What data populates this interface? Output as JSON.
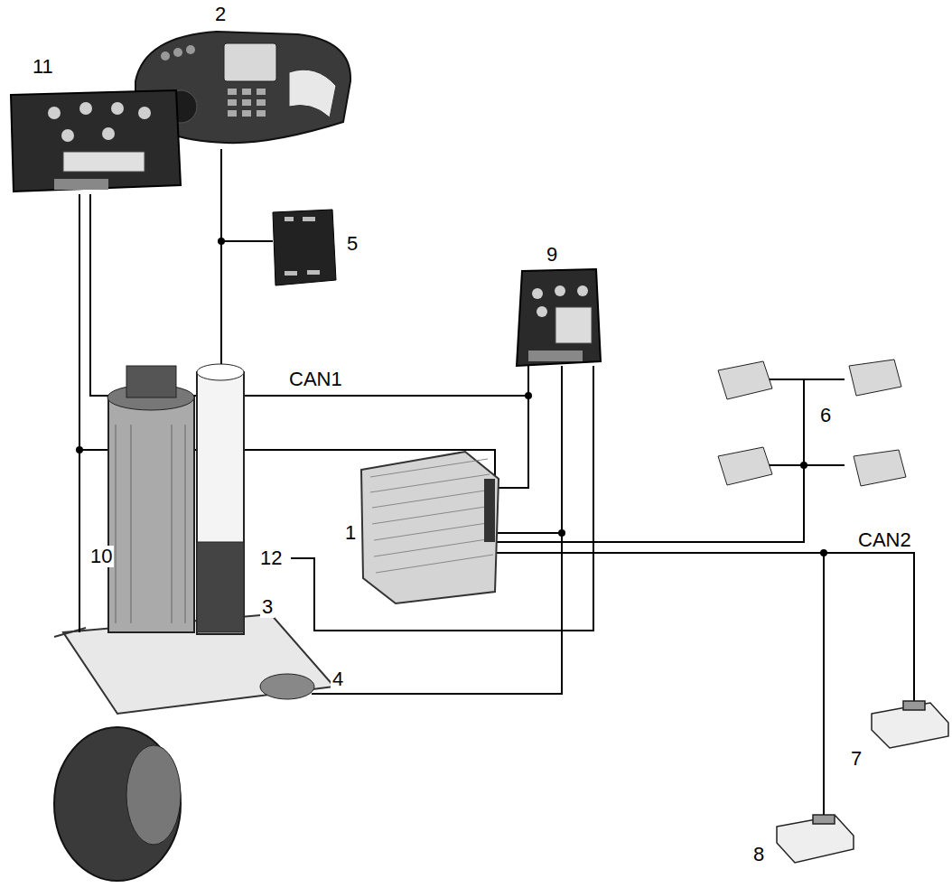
{
  "diagram": {
    "labels": [
      "2",
      "5",
      "11",
      "9",
      "CAN1",
      "6",
      "1",
      "10",
      "12",
      "CAN2",
      "3",
      "4",
      "7",
      "8"
    ]
  }
}
